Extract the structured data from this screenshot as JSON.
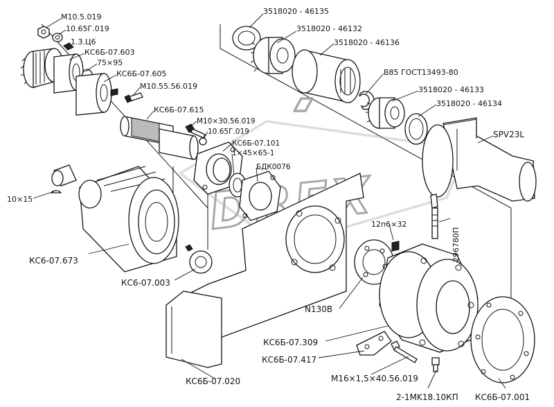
{
  "watermark": "DREX",
  "labels": {
    "m10_5_019": "M10.5.019",
    "n10_65g_019_top": "10.65Г.019",
    "n1_3_c6": "1.3.Ц6",
    "ksbb_07_603": "КС6Б-07.603",
    "n75x95": "75×95",
    "ksbb_07_605": "КС6Б-07.605",
    "m10_55_56_019": "M10.55.56.019",
    "ksbb_07_615": "КС6Б-07.615",
    "m10_30_56_019": "M10×30.56.019",
    "n10_65g_019_mid": "10.65Г.019",
    "ksbb_07_101": "КС6Б-07.101",
    "n1x45x65_1": "1×45×65-1",
    "bdk0076": "БДК0076",
    "p3518020_46135": "3518020 - 46135",
    "p3518020_46132": "3518020 - 46132",
    "p3518020_46136": "3518020 - 46136",
    "b85_gost": "B85 ГОСТ13493-80",
    "p3518020_46133": "3518020 - 46133",
    "p3518020_46134": "3518020 - 46134",
    "spv23l": "SPV23L",
    "n10x15": "10×15",
    "ks6_07_673": "КС6-07.673",
    "ks6_07_003": "КС6-07.003",
    "n12p6x32": "12п6×32",
    "p296780p": "296780П",
    "n130b": "N130B",
    "ksbb_07_309": "КС6Б-07.309",
    "ksbb_07_417": "КС6Б-07.417",
    "ksbb_07_020": "КС6Б-07.020",
    "m16_bolt": "M16×1,5×40.56.019",
    "n2_1mk18": "2-1MK18.10КП",
    "ksbb_07_001": "КС6Б-07.001"
  }
}
